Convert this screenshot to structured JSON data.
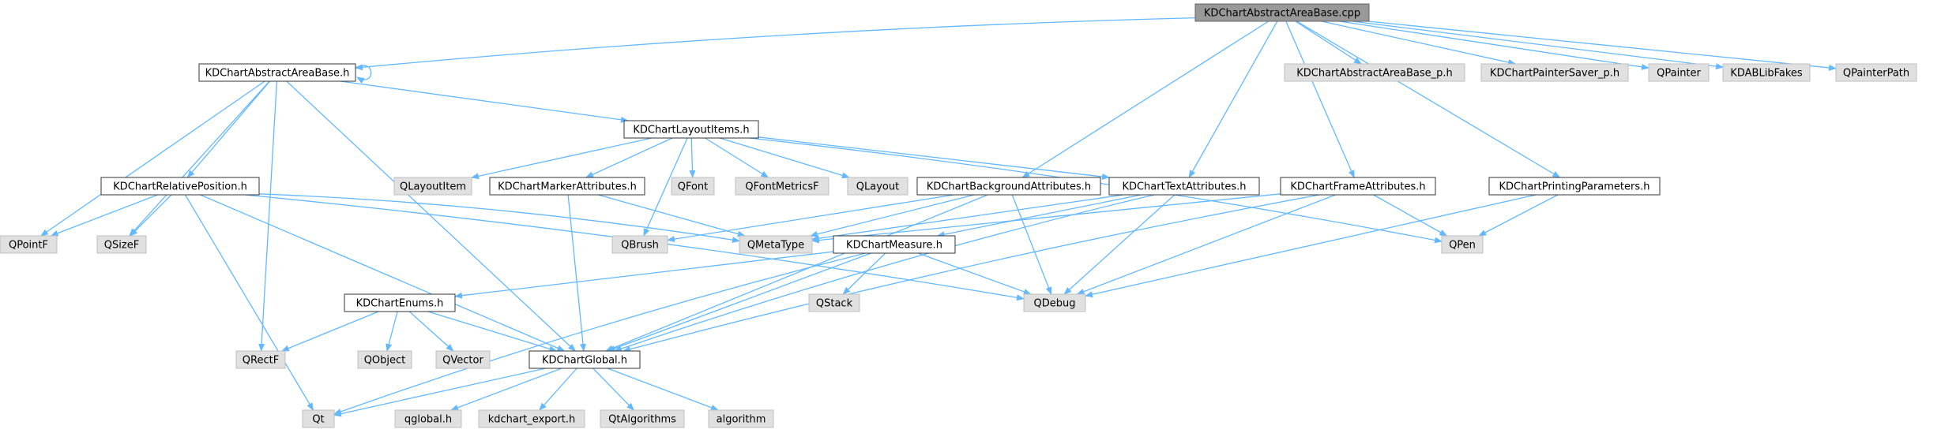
{
  "diagram": {
    "title": "",
    "colors": {
      "root_fill": "#999999",
      "file_fill": "#ffffff",
      "external_fill": "#e0e0e0",
      "node_border": "#666666",
      "file_border": "#333333",
      "edge": "#63b8ff"
    },
    "nodes": [
      {
        "id": "cpp",
        "label": "KDChartAbstractAreaBase.cpp",
        "kind": "root"
      },
      {
        "id": "aab_h",
        "label": "KDChartAbstractAreaBase.h",
        "kind": "file"
      },
      {
        "id": "aab_p",
        "label": "KDChartAbstractAreaBase_p.h",
        "kind": "external"
      },
      {
        "id": "ps_p",
        "label": "KDChartPainterSaver_p.h",
        "kind": "external"
      },
      {
        "id": "qpainter",
        "label": "QPainter",
        "kind": "external"
      },
      {
        "id": "kdab",
        "label": "KDABLibFakes",
        "kind": "external"
      },
      {
        "id": "qpath",
        "label": "QPainterPath",
        "kind": "external"
      },
      {
        "id": "layout",
        "label": "KDChartLayoutItems.h",
        "kind": "file"
      },
      {
        "id": "relpos",
        "label": "KDChartRelativePosition.h",
        "kind": "file"
      },
      {
        "id": "qlitem",
        "label": "QLayoutItem",
        "kind": "external"
      },
      {
        "id": "marker",
        "label": "KDChartMarkerAttributes.h",
        "kind": "file"
      },
      {
        "id": "qfont",
        "label": "QFont",
        "kind": "external"
      },
      {
        "id": "qfmf",
        "label": "QFontMetricsF",
        "kind": "external"
      },
      {
        "id": "qlayout",
        "label": "QLayout",
        "kind": "external"
      },
      {
        "id": "bg",
        "label": "KDChartBackgroundAttributes.h",
        "kind": "file"
      },
      {
        "id": "text",
        "label": "KDChartTextAttributes.h",
        "kind": "file"
      },
      {
        "id": "frame",
        "label": "KDChartFrameAttributes.h",
        "kind": "file"
      },
      {
        "id": "print",
        "label": "KDChartPrintingParameters.h",
        "kind": "file"
      },
      {
        "id": "qpointf",
        "label": "QPointF",
        "kind": "external"
      },
      {
        "id": "qsizef",
        "label": "QSizeF",
        "kind": "external"
      },
      {
        "id": "qbrush",
        "label": "QBrush",
        "kind": "external"
      },
      {
        "id": "qmeta",
        "label": "QMetaType",
        "kind": "external"
      },
      {
        "id": "measure",
        "label": "KDChartMeasure.h",
        "kind": "file"
      },
      {
        "id": "qpen",
        "label": "QPen",
        "kind": "external"
      },
      {
        "id": "qstack",
        "label": "QStack",
        "kind": "external"
      },
      {
        "id": "qdebug",
        "label": "QDebug",
        "kind": "external"
      },
      {
        "id": "enums",
        "label": "KDChartEnums.h",
        "kind": "file"
      },
      {
        "id": "qrectf",
        "label": "QRectF",
        "kind": "external"
      },
      {
        "id": "qobject",
        "label": "QObject",
        "kind": "external"
      },
      {
        "id": "qvector",
        "label": "QVector",
        "kind": "external"
      },
      {
        "id": "global",
        "label": "KDChartGlobal.h",
        "kind": "file"
      },
      {
        "id": "qt",
        "label": "Qt",
        "kind": "external"
      },
      {
        "id": "qglobal",
        "label": "qglobal.h",
        "kind": "external"
      },
      {
        "id": "kdexport",
        "label": "kdchart_export.h",
        "kind": "external"
      },
      {
        "id": "qtalg",
        "label": "QtAlgorithms",
        "kind": "external"
      },
      {
        "id": "alg",
        "label": "algorithm",
        "kind": "external"
      }
    ],
    "edges": [
      [
        "cpp",
        "aab_h"
      ],
      [
        "cpp",
        "aab_p"
      ],
      [
        "cpp",
        "ps_p"
      ],
      [
        "cpp",
        "qpainter"
      ],
      [
        "cpp",
        "kdab"
      ],
      [
        "cpp",
        "qpath"
      ],
      [
        "cpp",
        "bg"
      ],
      [
        "cpp",
        "text"
      ],
      [
        "cpp",
        "frame"
      ],
      [
        "cpp",
        "print"
      ],
      [
        "aab_h",
        "aab_h"
      ],
      [
        "aab_h",
        "layout"
      ],
      [
        "aab_h",
        "relpos"
      ],
      [
        "aab_h",
        "qpointf"
      ],
      [
        "aab_h",
        "qsizef"
      ],
      [
        "aab_h",
        "qrectf"
      ],
      [
        "aab_h",
        "global"
      ],
      [
        "layout",
        "qlitem"
      ],
      [
        "layout",
        "marker"
      ],
      [
        "layout",
        "qfont"
      ],
      [
        "layout",
        "qfmf"
      ],
      [
        "layout",
        "qlayout"
      ],
      [
        "layout",
        "text"
      ],
      [
        "layout",
        "qbrush"
      ],
      [
        "layout",
        "qpen"
      ],
      [
        "relpos",
        "qpointf"
      ],
      [
        "relpos",
        "qsizef"
      ],
      [
        "relpos",
        "qmeta"
      ],
      [
        "relpos",
        "global"
      ],
      [
        "relpos",
        "qdebug"
      ],
      [
        "relpos",
        "qt"
      ],
      [
        "marker",
        "qmeta"
      ],
      [
        "marker",
        "global"
      ],
      [
        "bg",
        "qbrush"
      ],
      [
        "bg",
        "qmeta"
      ],
      [
        "bg",
        "qdebug"
      ],
      [
        "bg",
        "global"
      ],
      [
        "text",
        "measure"
      ],
      [
        "text",
        "qmeta"
      ],
      [
        "text",
        "qdebug"
      ],
      [
        "text",
        "global"
      ],
      [
        "frame",
        "qpen"
      ],
      [
        "frame",
        "qmeta"
      ],
      [
        "frame",
        "qdebug"
      ],
      [
        "frame",
        "global"
      ],
      [
        "print",
        "qpen"
      ],
      [
        "print",
        "qdebug"
      ],
      [
        "measure",
        "enums"
      ],
      [
        "measure",
        "qstack"
      ],
      [
        "measure",
        "qdebug"
      ],
      [
        "measure",
        "global"
      ],
      [
        "measure",
        "qt"
      ],
      [
        "enums",
        "qrectf"
      ],
      [
        "enums",
        "qobject"
      ],
      [
        "enums",
        "qvector"
      ],
      [
        "enums",
        "global"
      ],
      [
        "global",
        "qt"
      ],
      [
        "global",
        "qglobal"
      ],
      [
        "global",
        "kdexport"
      ],
      [
        "global",
        "qtalg"
      ],
      [
        "global",
        "alg"
      ]
    ]
  }
}
